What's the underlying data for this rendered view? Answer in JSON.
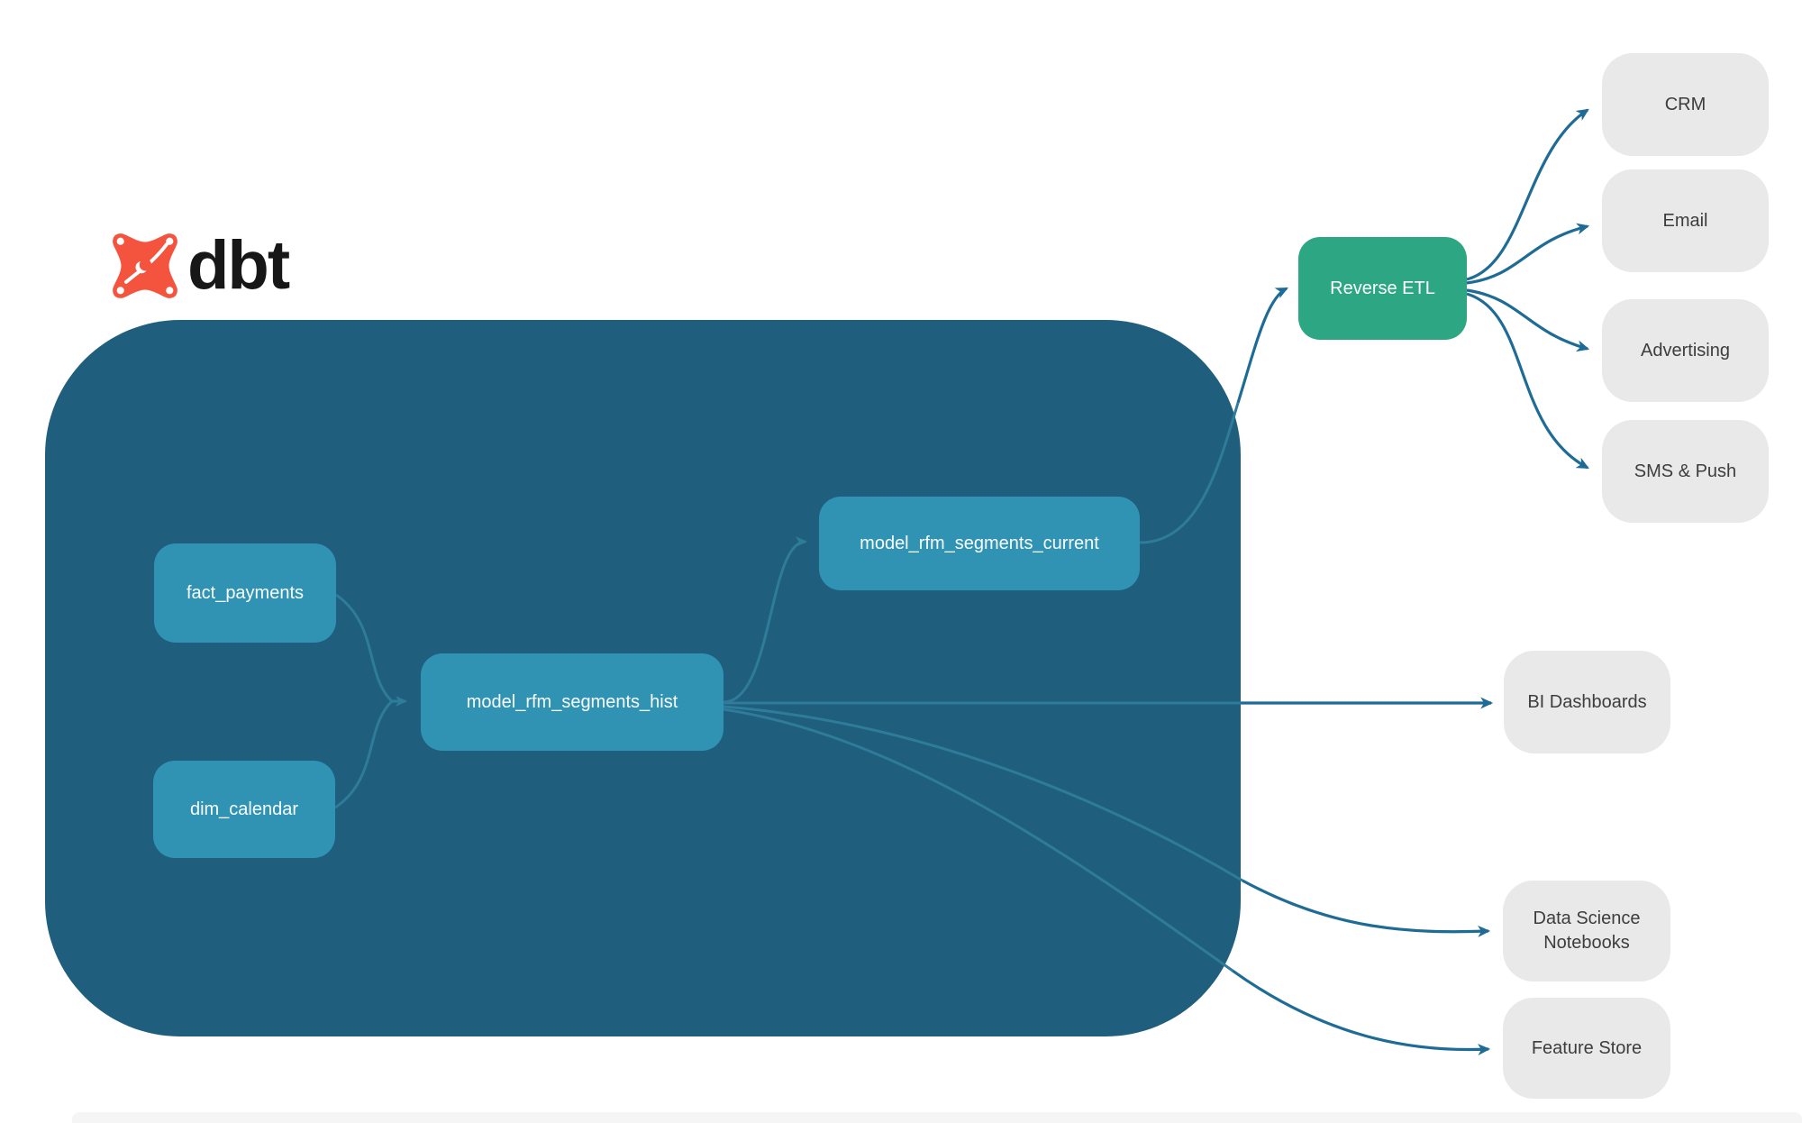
{
  "logo": {
    "wordmark": "dbt"
  },
  "warehouse_nodes": {
    "fact_payments": "fact_payments",
    "dim_calendar": "dim_calendar",
    "model_rfm_segments_hist": "model_rfm_segments_hist",
    "model_rfm_segments_current": "model_rfm_segments_current"
  },
  "reverse_etl": {
    "label": "Reverse ETL"
  },
  "destinations": {
    "crm": "CRM",
    "email": "Email",
    "advertising": "Advertising",
    "sms_push": "SMS & Push",
    "bi_dashboards": "BI Dashboards",
    "data_science_notebooks": "Data Science Notebooks",
    "feature_store": "Feature Store"
  },
  "colors": {
    "warehouse_background": "#1F5E7D",
    "model_node": "#3093B4",
    "reverse_etl_node": "#2DA683",
    "destination_node": "#E9E9E9",
    "edge_external": "#1E6B96",
    "edge_internal": "#2E7C99",
    "logo_orange": "#F4533E",
    "node_text_light": "#FFFFFF",
    "node_text_dark": "#3D3D3D"
  }
}
